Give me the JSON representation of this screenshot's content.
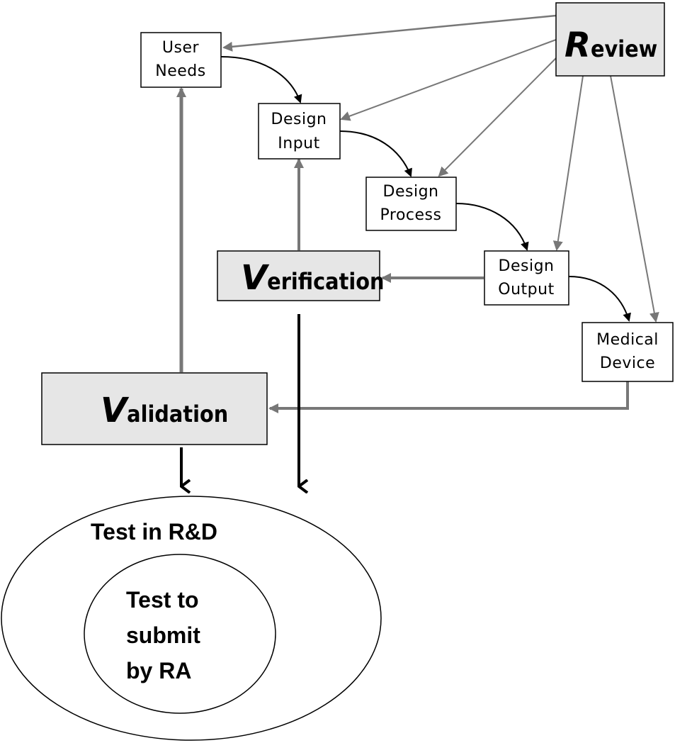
{
  "nodes": {
    "user_needs": {
      "lines": [
        "User",
        "Needs"
      ]
    },
    "design_input": {
      "lines": [
        "Design",
        "Input"
      ]
    },
    "design_process": {
      "lines": [
        "Design",
        "Process"
      ]
    },
    "design_output": {
      "lines": [
        "Design",
        "Output"
      ]
    },
    "medical_device": {
      "lines": [
        "Medical",
        "Device"
      ]
    },
    "review": {
      "initial": "R",
      "rest": "eview"
    },
    "verification": {
      "initial": "V",
      "rest": "erification"
    },
    "validation": {
      "initial": "V",
      "rest": "alidation"
    }
  },
  "ellipses": {
    "outer": {
      "label": "Test in R&D"
    },
    "inner": {
      "lines": [
        "Test to",
        "submit",
        "by RA"
      ]
    }
  },
  "colors": {
    "box_fill": "#ffffff",
    "highlight_fill": "#e6e6e6",
    "gray_arrow": "#777777",
    "black_arrow": "#000000"
  }
}
